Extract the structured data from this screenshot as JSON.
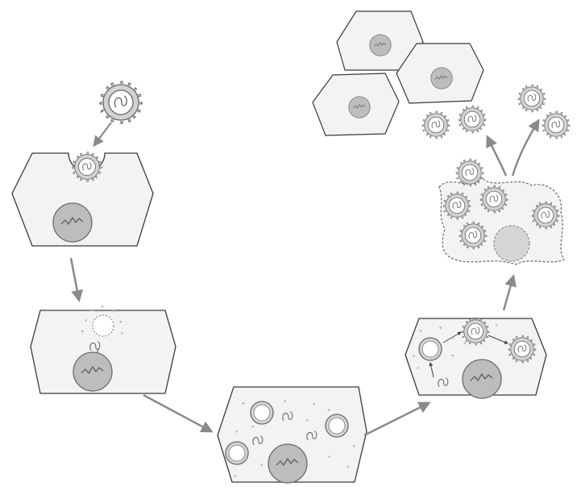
{
  "diagram": {
    "colors": {
      "cell_fill": "#f3f3f3",
      "cell_stroke": "#3a3a3a",
      "nucleus_fill": "#bdbdbd",
      "nucleus_stroke": "#6a6a6a",
      "virus_fill": "#d2d2d2",
      "virus_stroke": "#6a6a6a",
      "capsid_fill": "#ffffff",
      "arrow": "#8a8a8a"
    },
    "stages": [
      {
        "name": "attachment"
      },
      {
        "name": "uncoating"
      },
      {
        "name": "replication"
      },
      {
        "name": "assembly"
      },
      {
        "name": "release"
      },
      {
        "name": "infection-of-new-cells"
      }
    ]
  }
}
